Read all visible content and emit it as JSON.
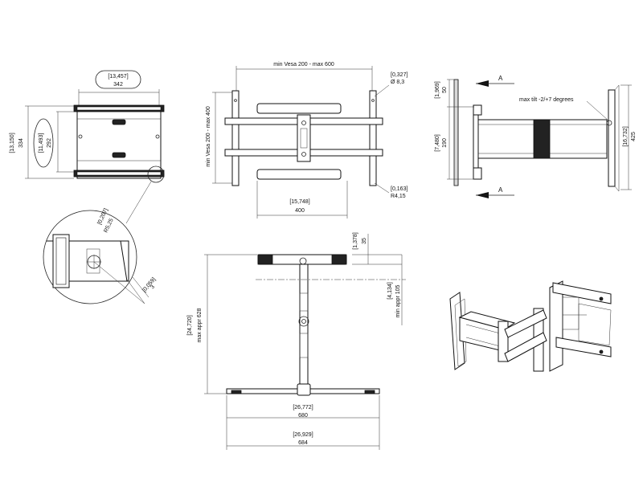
{
  "top_view": {
    "width_in": "[13,457]",
    "width_mm": "342",
    "height_outer_in": "[13,150]",
    "height_outer_mm": "334",
    "height_inner_in": "[11,493]",
    "height_inner_mm": "292"
  },
  "detail": {
    "hole_in": "[0,207]",
    "hole_mm": "R5,25",
    "thickness_in": "[0,059]",
    "thickness_mm": "3"
  },
  "front_view": {
    "vesa_h_label": "min Vesa 200 - max 600",
    "vesa_v_label": "min Vesa 200 - max 400",
    "hole_in": "[0,327]",
    "hole_mm": "Ø 8,3",
    "radius_in": "[0,163]",
    "radius_mm": "R4,15",
    "width_in": "[15,748]",
    "width_mm": "400"
  },
  "side_view": {
    "section_label": "A",
    "tilt_label": "max tilt -2/+7 degrees",
    "d1_in": "[1,969]",
    "d1_mm": "50",
    "d2_in": "[7,480]",
    "d2_mm": "190",
    "d3_in": "[16,732]",
    "d3_mm": "425"
  },
  "top_plan": {
    "d1_in": "[1,378]",
    "d1_mm": "35",
    "d2_in": "[4,134]",
    "d2_mm": "min appr 105",
    "d3_in": "[24,720]",
    "d3_mm": "max appr 628",
    "w1_in": "[26,772]",
    "w1_mm": "680",
    "w2_in": "[26,929]",
    "w2_mm": "684"
  }
}
